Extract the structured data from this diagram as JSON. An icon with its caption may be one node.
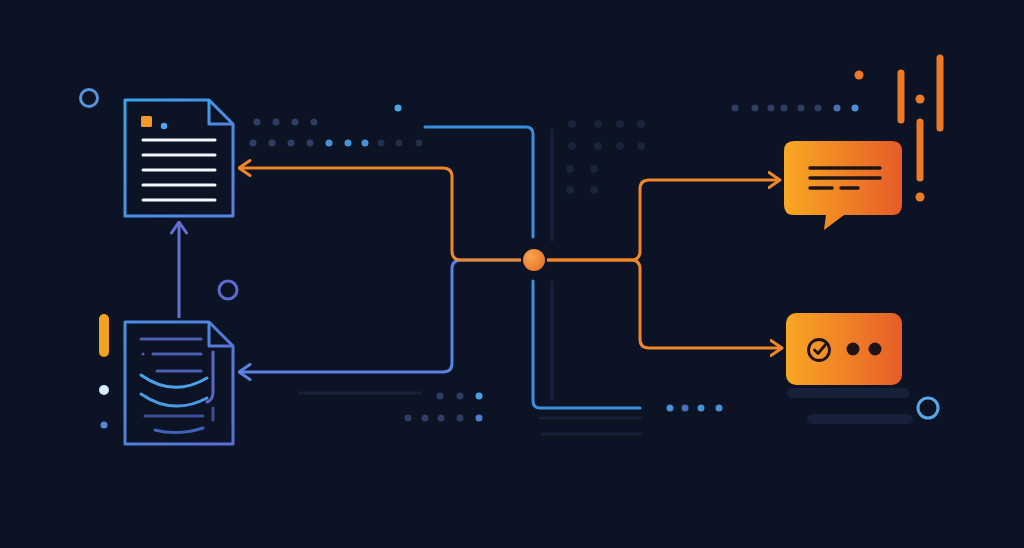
{
  "diagram": {
    "nodes": [
      {
        "text": [],
        "shape": "document"
      },
      {
        "text": [],
        "shape": "document"
      },
      {
        "text": [],
        "shape": "circle"
      },
      {
        "text": [],
        "shape": "bubble"
      },
      {
        "text": [],
        "shape": "box"
      }
    ],
    "edges": [
      {
        "from": 2,
        "to": 0,
        "arrow": "to"
      },
      {
        "from": 2,
        "to": 1,
        "arrow": "to",
        "color": "#5b82e0"
      },
      {
        "from": 2,
        "to": 3,
        "arrow": "to"
      },
      {
        "from": 2,
        "to": 4,
        "arrow": "to"
      },
      {
        "from": 1,
        "to": 0,
        "arrow": "to",
        "color": "#6670d4"
      }
    ]
  }
}
